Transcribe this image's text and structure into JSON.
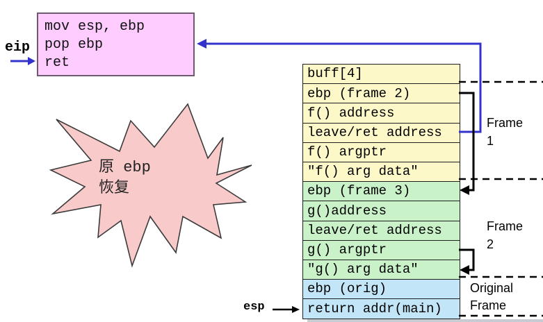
{
  "code_box": {
    "lines": [
      "mov esp, ebp",
      "pop ebp",
      "ret"
    ]
  },
  "registers": {
    "eip": "eip",
    "esp": "esp"
  },
  "burst": {
    "text": "原 ebp\n恢复"
  },
  "stack": {
    "rows": [
      {
        "label": "buff[4]",
        "frame": "frame1"
      },
      {
        "label": "ebp (frame 2)",
        "frame": "frame1"
      },
      {
        "label": "f() address",
        "frame": "frame1"
      },
      {
        "label": "leave/ret address",
        "frame": "frame1"
      },
      {
        "label": "f() argptr",
        "frame": "frame1"
      },
      {
        "label": "\"f() arg data\"",
        "frame": "frame1"
      },
      {
        "label": "ebp (frame 3)",
        "frame": "frame2"
      },
      {
        "label": "g()address",
        "frame": "frame2"
      },
      {
        "label": "leave/ret address",
        "frame": "frame2"
      },
      {
        "label": "g() argptr",
        "frame": "frame2"
      },
      {
        "label": "\"g() arg data\"",
        "frame": "frame2"
      },
      {
        "label": "ebp (orig)",
        "frame": "original"
      },
      {
        "label": "return addr(main)",
        "frame": "original"
      }
    ]
  },
  "frame_labels": {
    "frame1": "Frame\n1",
    "frame2": "Frame\n2",
    "original": "Original\nFrame"
  },
  "colors": {
    "code_box_fill": "#ffccff",
    "code_box_border": "#6e5a6e",
    "frame1_fill": "#fcf8c8",
    "frame2_fill": "#c9f2c9",
    "original_fill": "#c2e6f8",
    "burst_fill": "#f9caca",
    "arrow_blue": "#3333cc",
    "line_black": "#000000"
  }
}
